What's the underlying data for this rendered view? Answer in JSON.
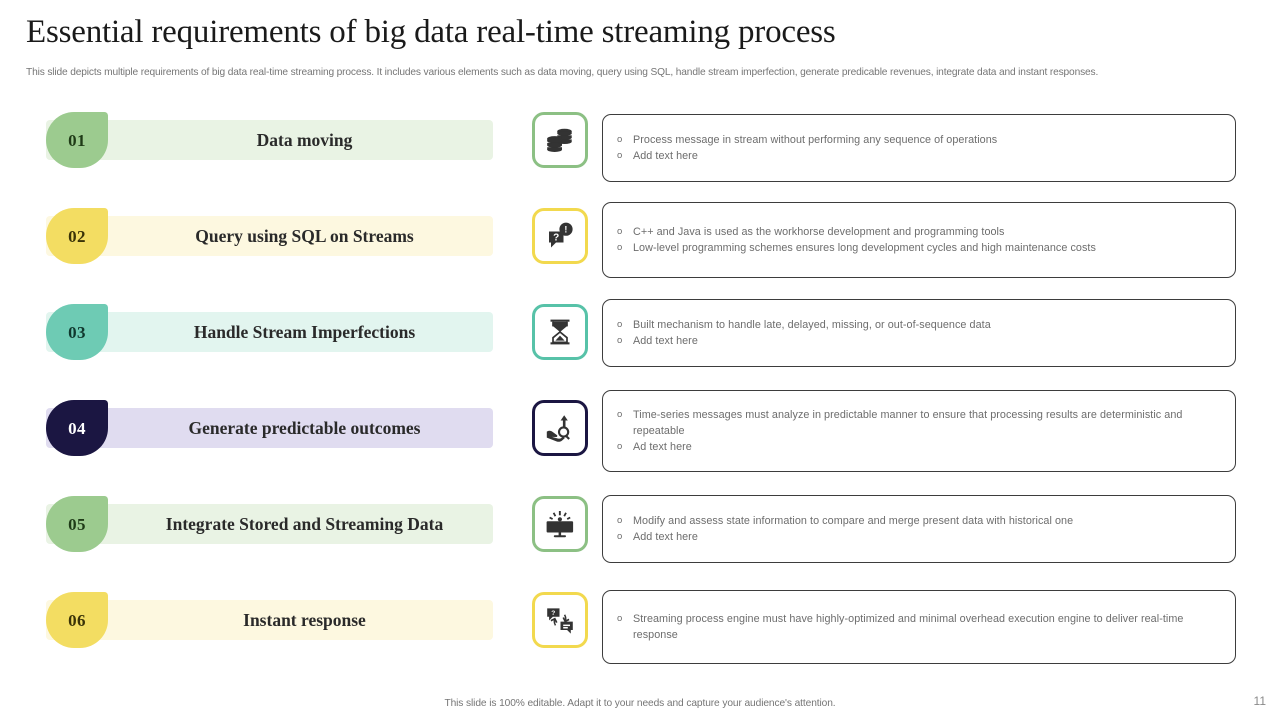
{
  "header": {
    "title": "Essential requirements of big data real-time streaming process",
    "subtitle": "This slide depicts multiple requirements of big data real-time streaming process. It includes various elements such as data moving, query using SQL, handle stream imperfection, generate predicable revenues, integrate data and instant responses."
  },
  "footer": {
    "note": "This slide is 100% editable. Adapt it to your needs and capture your audience's attention.",
    "page_number": "11"
  },
  "colors": {
    "green_badge": "#9ccb8f",
    "green_bar": "#e9f3e4",
    "green_border": "#8cc084",
    "yellow_badge": "#f3dd62",
    "yellow_bar": "#fdf8e0",
    "yellow_border": "#f2d94e",
    "teal_badge": "#6ecbb4",
    "teal_bar": "#e2f5ef",
    "teal_border": "#57c2a8",
    "navy_badge": "#1b1642",
    "navy_bar": "#e0dcf0",
    "navy_border": "#1b1642",
    "title_text": "#2a2a2a",
    "body_text": "#6d6d6d",
    "box_border": "#3d3d3d"
  },
  "requirements": [
    {
      "number": "01",
      "title": "Data moving",
      "icon": "database-stack-icon",
      "theme": "green",
      "num_color": "#1f3b17",
      "bullets": [
        "Process message in stream without performing  any sequence of operations",
        "Add text here"
      ]
    },
    {
      "number": "02",
      "title": "Query using SQL on Streams",
      "icon": "question-alert-chat-icon",
      "theme": "yellow",
      "num_color": "#3a3307",
      "bullets": [
        "C++ and Java is used as the workhorse  development  and programming  tools",
        "Low-level  programming  schemes ensures long development  cycles and high maintenance costs"
      ]
    },
    {
      "number": "03",
      "title": "Handle Stream Imperfections",
      "icon": "hourglass-icon",
      "theme": "teal",
      "num_color": "#10382e",
      "bullets": [
        "Built mechanism to handle late, delayed, missing, or out-of-sequence  data",
        "Add text here"
      ]
    },
    {
      "number": "04",
      "title": "Generate predictable outcomes",
      "icon": "hand-magnifier-growth-icon",
      "theme": "navy",
      "num_color": "#ffffff",
      "bullets": [
        "Time-series  messages must analyze in predictable  manner to ensure that processing results are deterministic and repeatable",
        "Ad text here"
      ]
    },
    {
      "number": "05",
      "title": "Integrate Stored and Streaming Data",
      "icon": "monitor-alert-icon",
      "theme": "green",
      "num_color": "#1f3b17",
      "bullets": [
        "Modify and assess state information   to compare  and merge  present data with historical one",
        "Add text here"
      ]
    },
    {
      "number": "06",
      "title": "Instant response",
      "icon": "chat-exchange-icon",
      "theme": "yellow",
      "num_color": "#3a3307",
      "bullets": [
        "Streaming process engine  must have  highly-optimized  and minimal overhead  execution engine to deliver  real-time response"
      ]
    }
  ],
  "bullet_marker": "o"
}
